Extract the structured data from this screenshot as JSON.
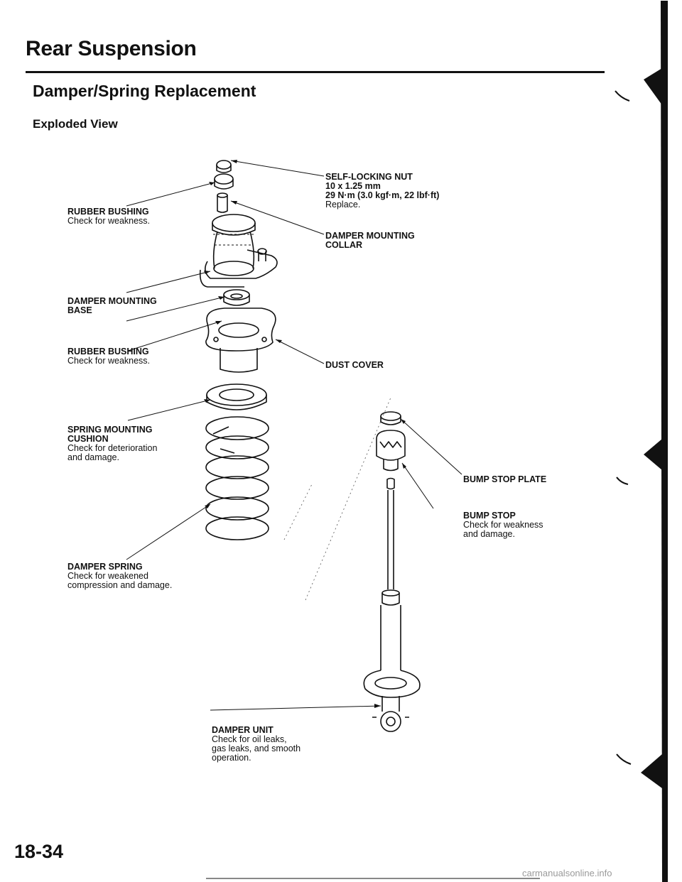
{
  "header": {
    "title": "Rear Suspension",
    "section": "Damper/Spring Replacement",
    "subsection": "Exploded View"
  },
  "labels": {
    "self_locking_nut": {
      "title": "SELF-LOCKING NUT",
      "lines": [
        "10 x 1.25 mm",
        "29 N·m (3.0 kgf·m, 22 lbf·ft)"
      ],
      "note": "Replace."
    },
    "rubber_bushing_upper": {
      "title": "RUBBER BUSHING",
      "note": "Check for weakness."
    },
    "damper_mounting_collar": {
      "title": "DAMPER MOUNTING",
      "title2": "COLLAR"
    },
    "damper_mounting_base": {
      "title": "DAMPER MOUNTING",
      "title2": "BASE"
    },
    "rubber_bushing_lower": {
      "title": "RUBBER BUSHING",
      "note": "Check for weakness."
    },
    "dust_cover": {
      "title": "DUST COVER"
    },
    "spring_mounting_cushion": {
      "title": "SPRING MOUNTING",
      "title2": "CUSHION",
      "note": "Check for deterioration",
      "note2": "and damage."
    },
    "bump_stop_plate": {
      "title": "BUMP STOP PLATE"
    },
    "bump_stop": {
      "title": "BUMP STOP",
      "note": "Check for weakness",
      "note2": "and damage."
    },
    "damper_spring": {
      "title": "DAMPER SPRING",
      "note": "Check for weakened",
      "note2": "compression and damage."
    },
    "damper_unit": {
      "title": "DAMPER UNIT",
      "note": "Check for oil leaks,",
      "note2": "gas leaks, and smooth",
      "note3": "operation."
    }
  },
  "footer": {
    "page_number": "18-34",
    "watermark": "carmanualsonline.info"
  }
}
